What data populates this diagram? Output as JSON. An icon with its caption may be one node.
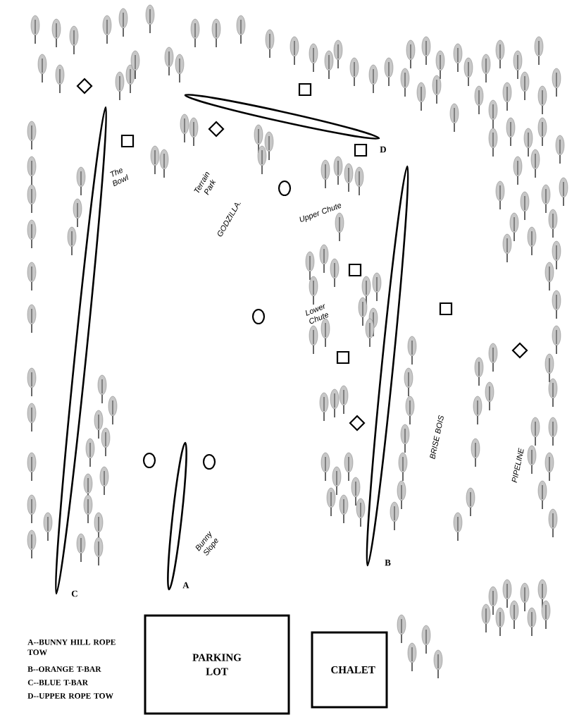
{
  "diagram": {
    "nodes": [
      {
        "text": [],
        "shape": "ellipse",
        "beside": [
          "D"
        ]
      },
      {
        "text": [],
        "shape": "ellipse",
        "beside": [
          "C"
        ]
      },
      {
        "text": [],
        "shape": "ellipse",
        "beside": [
          "B"
        ]
      },
      {
        "text": [],
        "shape": "ellipse",
        "beside": [
          "A"
        ]
      },
      {
        "text": [
          "PARKING LOT"
        ]
      },
      {
        "text": [
          "CHALET"
        ]
      }
    ],
    "labels": [
      "The Bowl",
      "Terrain Park",
      "GODZILLA.",
      "Upper Chute",
      "Lower Chute",
      "BRISE BOIS",
      "PIPELINE",
      "Bunny Slope",
      "A--BUNNY HILL ROPE TOW",
      "B--ORANGE T-BAR",
      "C--BLUE T-BAR",
      "D--UPPER ROPE TOW"
    ]
  }
}
